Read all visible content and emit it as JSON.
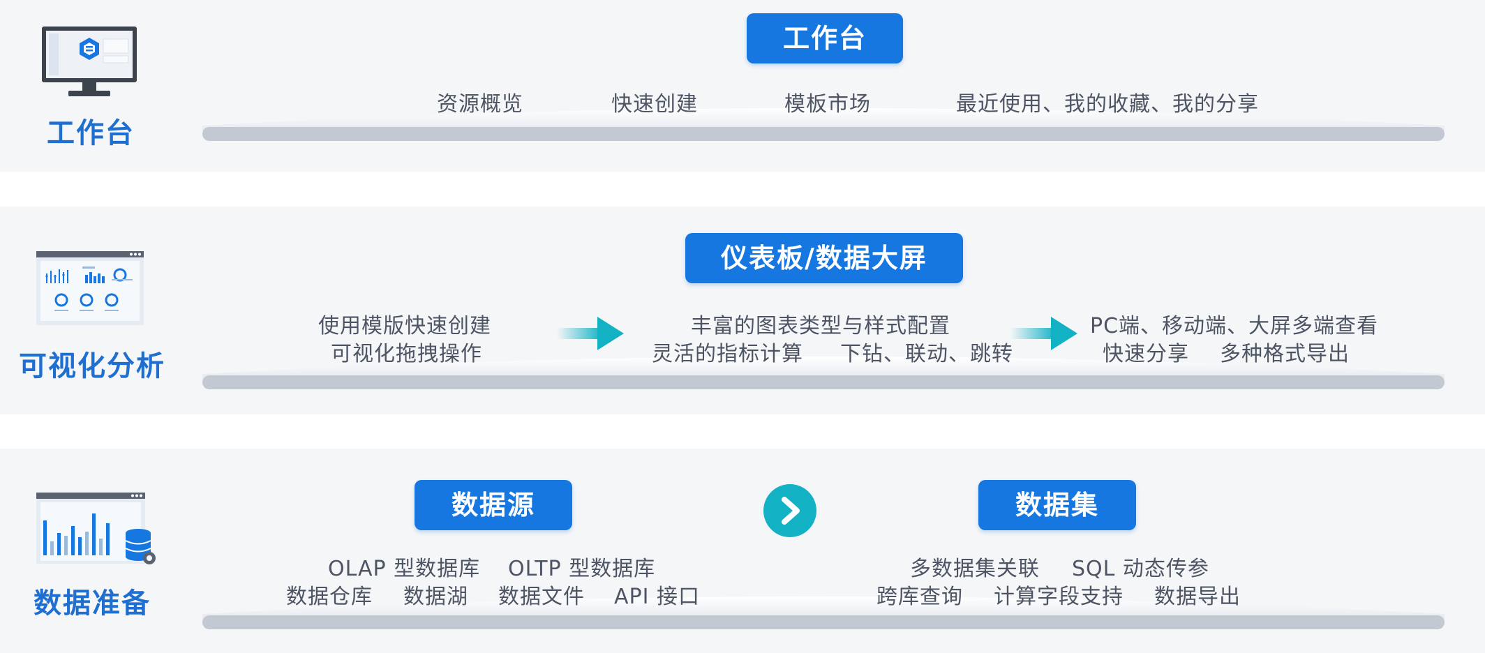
{
  "sections": {
    "workbench": {
      "label": "工作台",
      "pill": "工作台",
      "items": [
        "资源概览",
        "快速创建",
        "模板市场",
        "最近使用、我的收藏、我的分享"
      ]
    },
    "visual": {
      "label": "可视化分析",
      "pill": "仪表板/数据大屏",
      "col1": [
        "使用模版快速创建",
        "可视化拖拽操作"
      ],
      "col2_line1": "丰富的图表类型与样式配置",
      "col2_line2a": "灵活的指标计算",
      "col2_line2b": "下钻、联动、跳转",
      "col3_line1": "PC端、移动端、大屏多端查看",
      "col3_line2a": "快速分享",
      "col3_line2b": "多种格式导出"
    },
    "prep": {
      "label": "数据准备",
      "pill_left": "数据源",
      "pill_right": "数据集",
      "left_line1a": "OLAP 型数据库",
      "left_line1b": "OLTP 型数据库",
      "left_line2": [
        "数据仓库",
        "数据湖",
        "数据文件",
        "API 接口"
      ],
      "right_line1a": "多数据集关联",
      "right_line1b": "SQL 动态传参",
      "right_line2": [
        "跨库查询",
        "计算字段支持",
        "数据导出"
      ]
    }
  },
  "colors": {
    "accent": "#1677e0",
    "label": "#1f6fd1",
    "teal": "#12b1c4",
    "band": "#f5f6f8",
    "text": "#4d5564"
  },
  "icons": [
    "monitor-icon",
    "dashboard-icon",
    "bar-chart-database-icon",
    "arrow-right-icon",
    "circle-chevron-icon"
  ]
}
